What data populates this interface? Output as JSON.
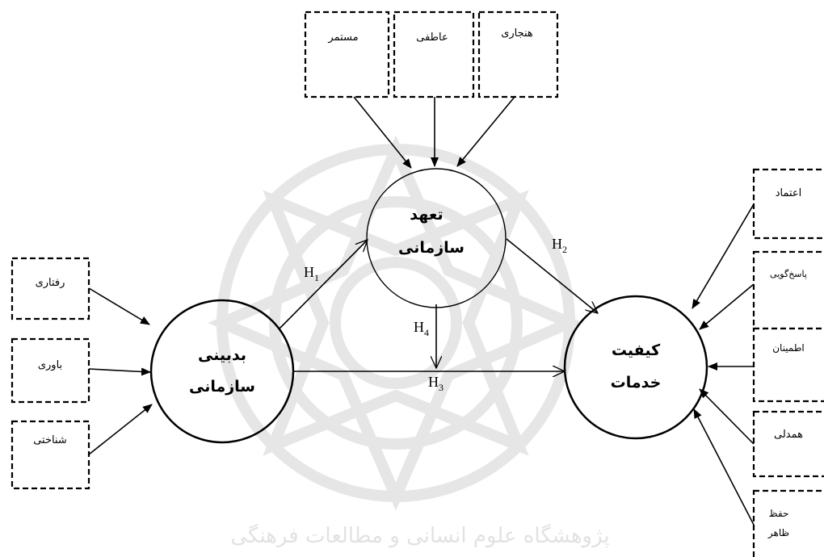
{
  "constructs": {
    "pessimism": {
      "line1": "بدبینی",
      "line2": "سازمانی"
    },
    "commitment": {
      "line1": "تعهد",
      "line2": "سازمانی"
    },
    "service_quality": {
      "line1": "کیفیت",
      "line2": "خدمات"
    }
  },
  "pessimism_indicators": [
    "رفتاری",
    "باوری",
    "شناختی"
  ],
  "commitment_indicators": [
    "مستمر",
    "عاطفی",
    "هنجاری"
  ],
  "quality_indicators": [
    "اعتماد",
    "پاسخ‌گویی",
    "اطمینان",
    "همدلی"
  ],
  "quality_indicator_last": {
    "line1": "حفظ",
    "line2": "ظاهر"
  },
  "hypotheses": {
    "h1": {
      "base": "H",
      "sub": "1"
    },
    "h2": {
      "base": "H",
      "sub": "2"
    },
    "h3": {
      "base": "H",
      "sub": "3"
    },
    "h4": {
      "base": "H",
      "sub": "4"
    }
  },
  "watermark": {
    "text": "پژوهشگاه علوم انسانی و مطالعات فرهنگی"
  }
}
